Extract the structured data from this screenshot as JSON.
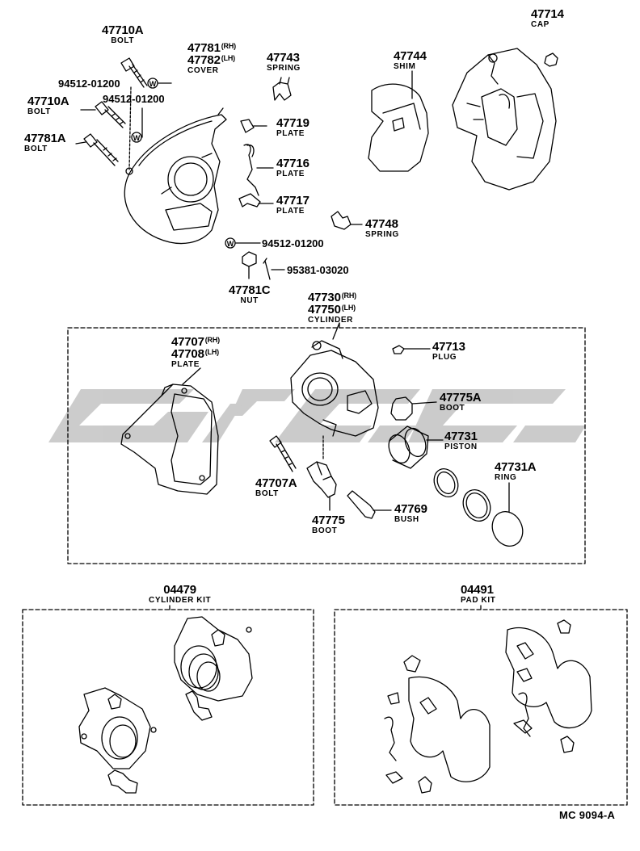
{
  "colors": {
    "ink": "#000000",
    "watermark": "#c8c8c8",
    "background": "#ffffff"
  },
  "watermark_icon": "cngc-logo-watermark",
  "diagram_code": "MC 9094-A",
  "parts": {
    "p47710A_top": {
      "number": "47710A",
      "name": "BOLT"
    },
    "p47781": {
      "number1": "47781",
      "suffix1": "(RH)",
      "number2": "47782",
      "suffix2": "(LH)",
      "name": "COVER"
    },
    "p47743": {
      "number": "47743",
      "name": "SPRING"
    },
    "p47744": {
      "number": "47744",
      "name": "SHIM"
    },
    "p47714": {
      "number": "47714",
      "name": "CAP"
    },
    "p94512_a": {
      "number": "94512-01200"
    },
    "p47710A_mid": {
      "number": "47710A",
      "name": "BOLT"
    },
    "p94512_b": {
      "number": "94512-01200"
    },
    "p47719": {
      "number": "47719",
      "name": "PLATE"
    },
    "p47781A": {
      "number": "47781A",
      "name": "BOLT"
    },
    "p47716": {
      "number": "47716",
      "name": "PLATE"
    },
    "p47717": {
      "number": "47717",
      "name": "PLATE"
    },
    "p47748": {
      "number": "47748",
      "name": "SPRING"
    },
    "p94512_c": {
      "number": "94512-01200"
    },
    "p95381": {
      "number": "95381-03020"
    },
    "p47781C": {
      "number": "47781C",
      "name": "NUT"
    },
    "p47730": {
      "number1": "47730",
      "suffix1": "(RH)",
      "number2": "47750",
      "suffix2": "(LH)",
      "name": "CYLINDER"
    },
    "p47707": {
      "number1": "47707",
      "suffix1": "(RH)",
      "number2": "47708",
      "suffix2": "(LH)",
      "name": "PLATE"
    },
    "p47713": {
      "number": "47713",
      "name": "PLUG"
    },
    "p47775A": {
      "number": "47775A",
      "name": "BOOT"
    },
    "p47731": {
      "number": "47731",
      "name": "PISTON"
    },
    "p47731A": {
      "number": "47731A",
      "name": "RING"
    },
    "p47707A": {
      "number": "47707A",
      "name": "BOLT"
    },
    "p47769": {
      "number": "47769",
      "name": "BUSH"
    },
    "p47775": {
      "number": "47775",
      "name": "BOOT"
    },
    "p04479": {
      "number": "04479",
      "name": "CYLINDER KIT"
    },
    "p04491": {
      "number": "04491",
      "name": "PAD KIT"
    }
  }
}
